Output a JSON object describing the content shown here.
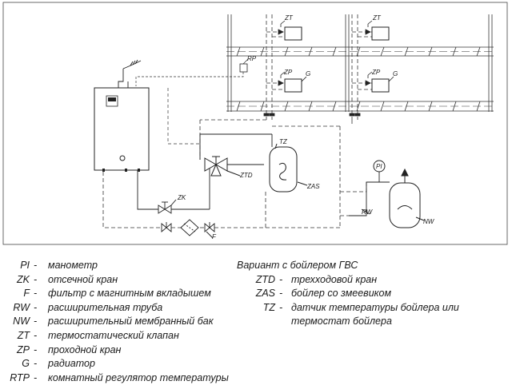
{
  "diagram": {
    "labels": {
      "zt_top_left": "ZT",
      "zt_top_right": "ZT",
      "rp": "RP",
      "zp_left": "ZP",
      "g_left": "G",
      "zp_right": "ZP",
      "g_right": "G",
      "tz": "TZ",
      "ztd": "ZTD",
      "zas": "ZAS",
      "zk": "ZK",
      "f": "F",
      "pi": "PI",
      "rw": "RW",
      "nw": "NW"
    }
  },
  "legend_left": [
    {
      "code": "PI",
      "dash": "-",
      "desc": "манометр"
    },
    {
      "code": "ZK",
      "dash": "-",
      "desc": "отсечной кран"
    },
    {
      "code": "F",
      "dash": "-",
      "desc": "фильтр с магнитным вкладышем"
    },
    {
      "code": "RW",
      "dash": "-",
      "desc": "расширительная труба"
    },
    {
      "code": "NW",
      "dash": "-",
      "desc": "расширительный мембранный бак"
    },
    {
      "code": "ZT",
      "dash": "-",
      "desc": "термостатический клапан"
    },
    {
      "code": "ZP",
      "dash": "-",
      "desc": "проходной кран"
    },
    {
      "code": "G",
      "dash": "-",
      "desc": "радиатор"
    },
    {
      "code": "RTP",
      "dash": "-",
      "desc": "комнатный регулятор температуры"
    }
  ],
  "legend_right": {
    "title": "Вариант с бойлером ГВС",
    "items": [
      {
        "code": "ZTD",
        "dash": "-",
        "desc": "трехходовой кран"
      },
      {
        "code": "ZAS",
        "dash": "-",
        "desc": "бойлер со змеевиком"
      },
      {
        "code": "TZ",
        "dash": "-",
        "desc": "датчик температуры бойлера или термостат бойлера"
      }
    ]
  }
}
